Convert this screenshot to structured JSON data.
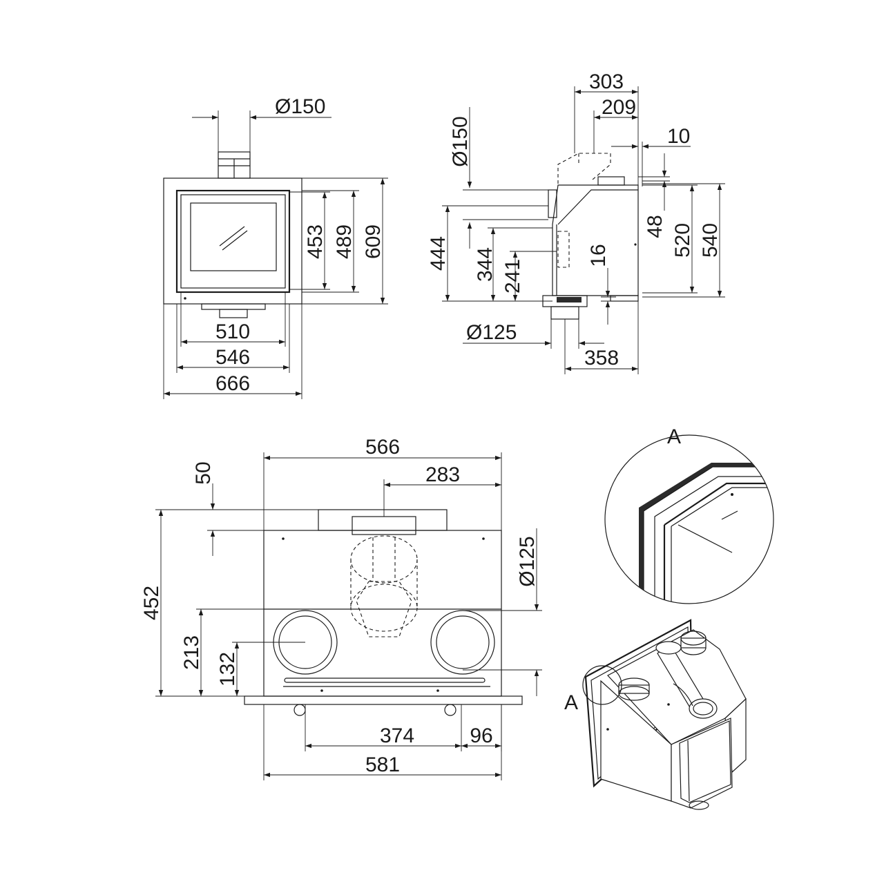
{
  "front_view": {
    "flue_diameter": "Ø150",
    "glass_height": "453",
    "frame_height": "489",
    "overall_height": "609",
    "glass_width": "510",
    "frame_width": "546",
    "overall_width": "666"
  },
  "side_view": {
    "top_depth": "303",
    "collar_offset": "209",
    "rear_gap": "10",
    "flue_diameter": "Ø150",
    "height_444": "444",
    "height_344": "344",
    "height_241": "241",
    "height_48": "48",
    "height_520": "520",
    "height_540": "540",
    "base_16": "16",
    "air_inlet_diameter": "Ø125",
    "depth_358": "358"
  },
  "plan_view": {
    "width_566": "566",
    "offset_283": "283",
    "depth_50": "50",
    "depth_452": "452",
    "depth_213": "213",
    "depth_132": "132",
    "outlet_diameter": "Ø125",
    "spacing_374": "374",
    "edge_96": "96",
    "width_581": "581"
  },
  "detail": {
    "detail_label": "A",
    "callout_label": "A"
  }
}
